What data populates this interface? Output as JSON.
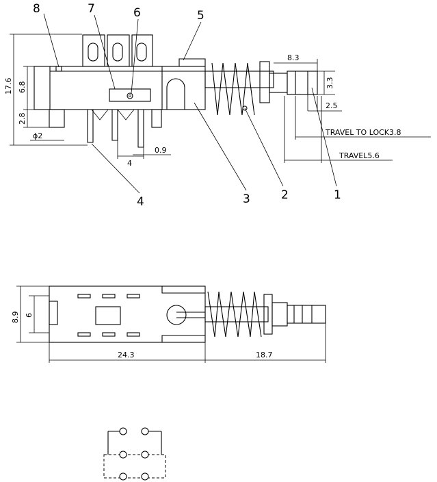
{
  "callouts": {
    "c1": "1",
    "c2": "2",
    "c3": "3",
    "c4": "4",
    "c5": "5",
    "c6": "6",
    "c7": "7",
    "c8": "8"
  },
  "side_view": {
    "height_total": "17.6",
    "body_height": "6.8",
    "pin_length": "2.8",
    "pin_diameter": "ϕ2",
    "pin_pitch": "4",
    "pin_width": "0.9",
    "plunger_length": "8.3",
    "button_height": "3.3",
    "button_offset": "2.5",
    "travel_to_lock": "TRAVEL TO LOCK3.8",
    "travel": "TRAVEL5.6"
  },
  "top_view": {
    "outer_height": "8.9",
    "inner_height": "6",
    "body_length": "24.3",
    "plunger_length": "18.7"
  }
}
